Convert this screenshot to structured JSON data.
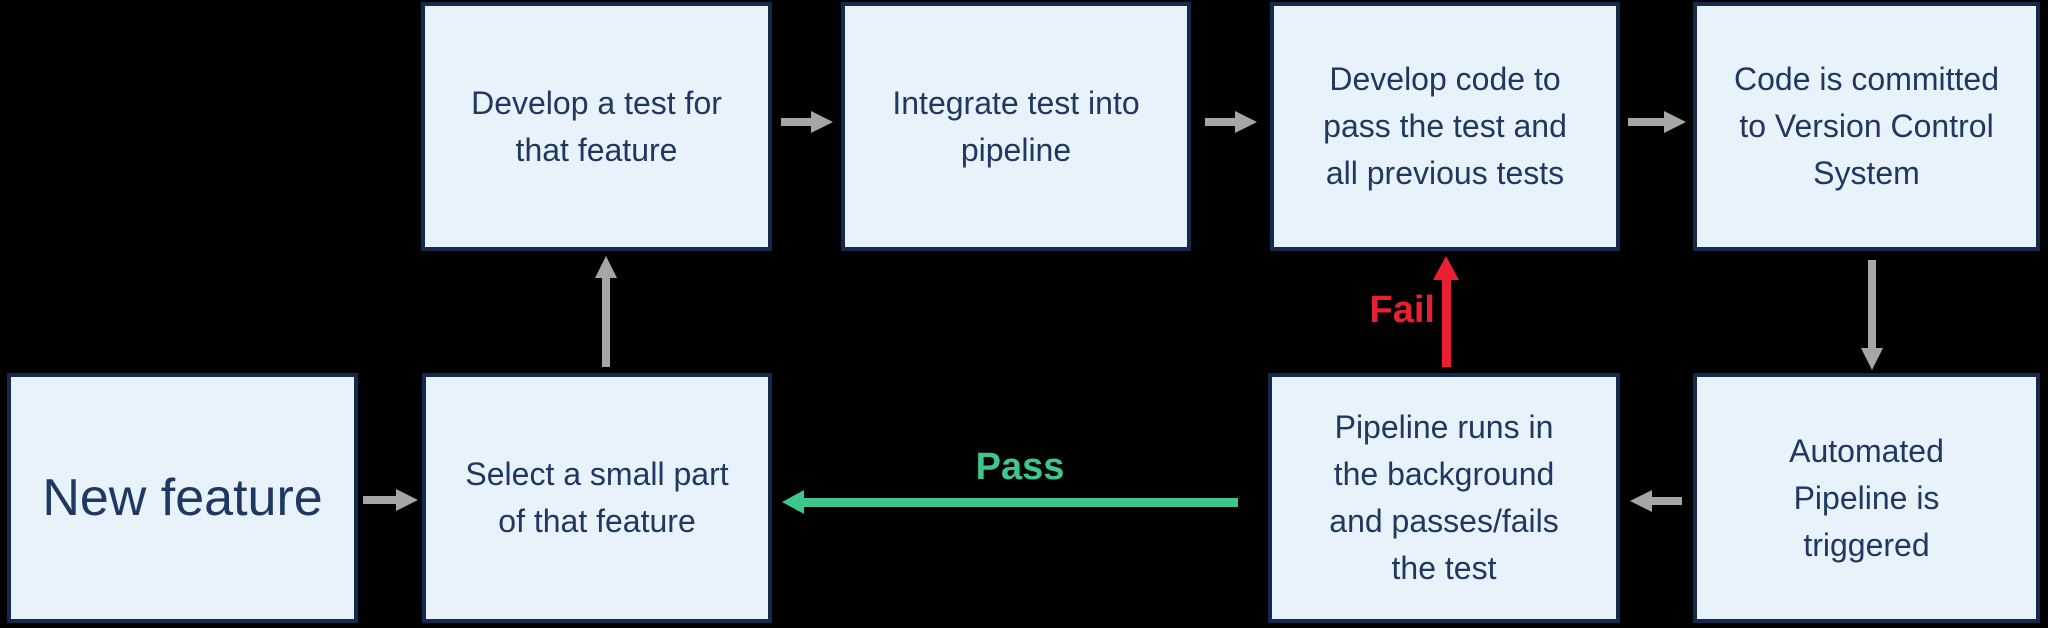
{
  "colors": {
    "background": "#000000",
    "box_fill": "#E8F2FA",
    "box_border": "#132A4C",
    "text": "#1E3862",
    "arrow_gray": "#A6A6A6",
    "fail_red": "#EA1F31",
    "pass_green": "#3CC78C"
  },
  "boxes": [
    {
      "id": "develop-test",
      "label": "Develop a test for\nthat feature"
    },
    {
      "id": "integrate-test",
      "label": "Integrate test into\npipeline"
    },
    {
      "id": "develop-code",
      "label": "Develop code to\npass the test and\nall previous tests"
    },
    {
      "id": "commit-vcs",
      "label": "Code is committed\nto Version Control\nSystem"
    },
    {
      "id": "new-feature",
      "label": "New feature"
    },
    {
      "id": "select-part",
      "label": "Select a small part\nof that feature"
    },
    {
      "id": "pipeline-runs",
      "label": "Pipeline runs in\nthe background\nand passes/fails\nthe test"
    },
    {
      "id": "automated-pipeline",
      "label": "Automated\nPipeline is\ntriggered"
    }
  ],
  "edge_labels": {
    "pass": "Pass",
    "fail": "Fail"
  },
  "edges": [
    {
      "from": "new-feature",
      "to": "select-part",
      "color": "gray"
    },
    {
      "from": "select-part",
      "to": "develop-test",
      "color": "gray"
    },
    {
      "from": "develop-test",
      "to": "integrate-test",
      "color": "gray"
    },
    {
      "from": "integrate-test",
      "to": "develop-code",
      "color": "gray"
    },
    {
      "from": "develop-code",
      "to": "commit-vcs",
      "color": "gray"
    },
    {
      "from": "commit-vcs",
      "to": "automated-pipeline",
      "color": "gray"
    },
    {
      "from": "automated-pipeline",
      "to": "pipeline-runs",
      "color": "gray"
    },
    {
      "from": "pipeline-runs",
      "to": "develop-code",
      "color": "red",
      "label": "Fail"
    },
    {
      "from": "pipeline-runs",
      "to": "select-part",
      "color": "green",
      "label": "Pass"
    }
  ]
}
